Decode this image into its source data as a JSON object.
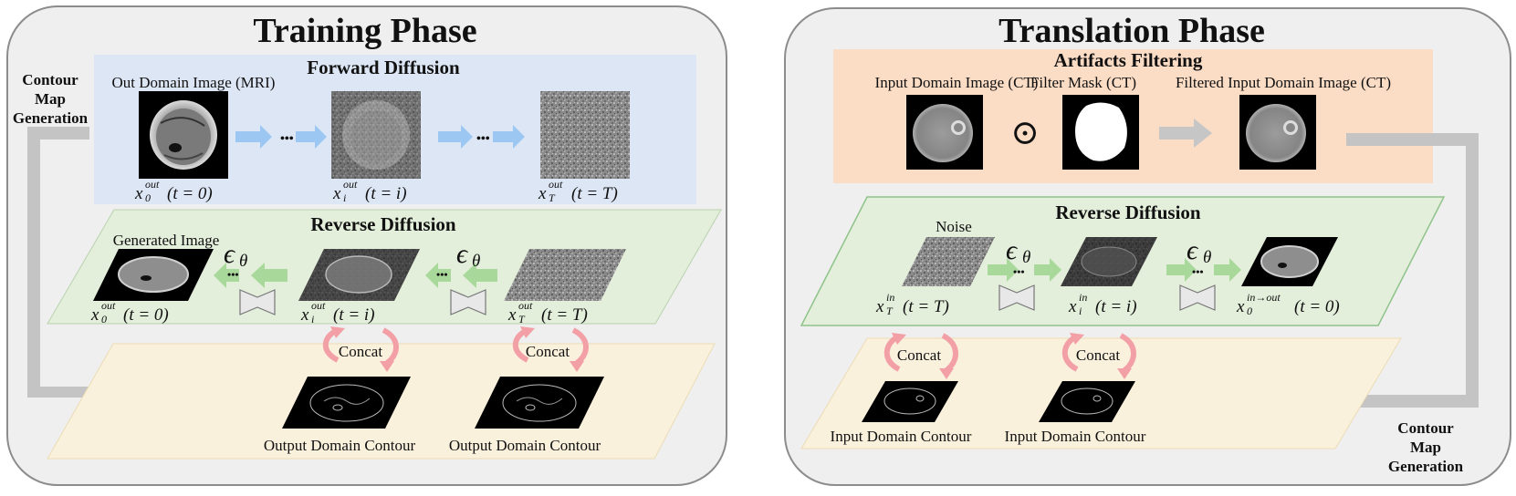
{
  "training": {
    "title": "Training Phase",
    "contour_map_generation": [
      "Contour",
      "Map",
      "Generation"
    ],
    "forward": {
      "title": "Forward Diffusion",
      "image_label": "Out Domain Image (MRI)",
      "x0": {
        "base": "x",
        "sub": "0",
        "sup": "out",
        "arg": "(t = 0)"
      },
      "xi": {
        "base": "x",
        "sub": "i",
        "sup": "out",
        "arg": "(t = i)"
      },
      "xT": {
        "base": "x",
        "sub": "T",
        "sup": "out",
        "arg": "(t = T)"
      },
      "ellipsis": "•••"
    },
    "reverse": {
      "title": "Reverse Diffusion",
      "generated_label": "Generated Image",
      "epsilon": "ϵ",
      "theta": "θ",
      "x0": {
        "base": "x",
        "sub": "0",
        "sup": "out",
        "arg": "(t = 0)"
      },
      "xi": {
        "base": "x",
        "sub": "i",
        "sup": "out",
        "arg": "(t = i)"
      },
      "xT": {
        "base": "x",
        "sub": "T",
        "sup": "out",
        "arg": "(t = T)"
      }
    },
    "concat": "Concat",
    "contour_label": "Output Domain Contour"
  },
  "translation": {
    "title": "Translation Phase",
    "contour_map_generation": [
      "Contour",
      "Map",
      "Generation"
    ],
    "artifacts": {
      "title": "Artifacts Filtering",
      "input_label": "Input Domain Image (CT)",
      "mask_label": "Filter Mask (CT)",
      "filtered_label": "Filtered Input Domain Image (CT)",
      "operator": "⊙"
    },
    "reverse": {
      "title": "Reverse Diffusion",
      "noise_label": "Noise",
      "epsilon": "ϵ",
      "theta": "θ",
      "xT": {
        "base": "x",
        "sub": "T",
        "sup": "in",
        "arg": "(t = T)"
      },
      "xi": {
        "base": "x",
        "sub": "i",
        "sup": "in",
        "arg": "(t = i)"
      },
      "x0": {
        "base": "x",
        "sub": "0",
        "sup": "in→out",
        "arg": "(t = 0)"
      }
    },
    "concat": "Concat",
    "contour_label": "Input Domain Contour"
  }
}
